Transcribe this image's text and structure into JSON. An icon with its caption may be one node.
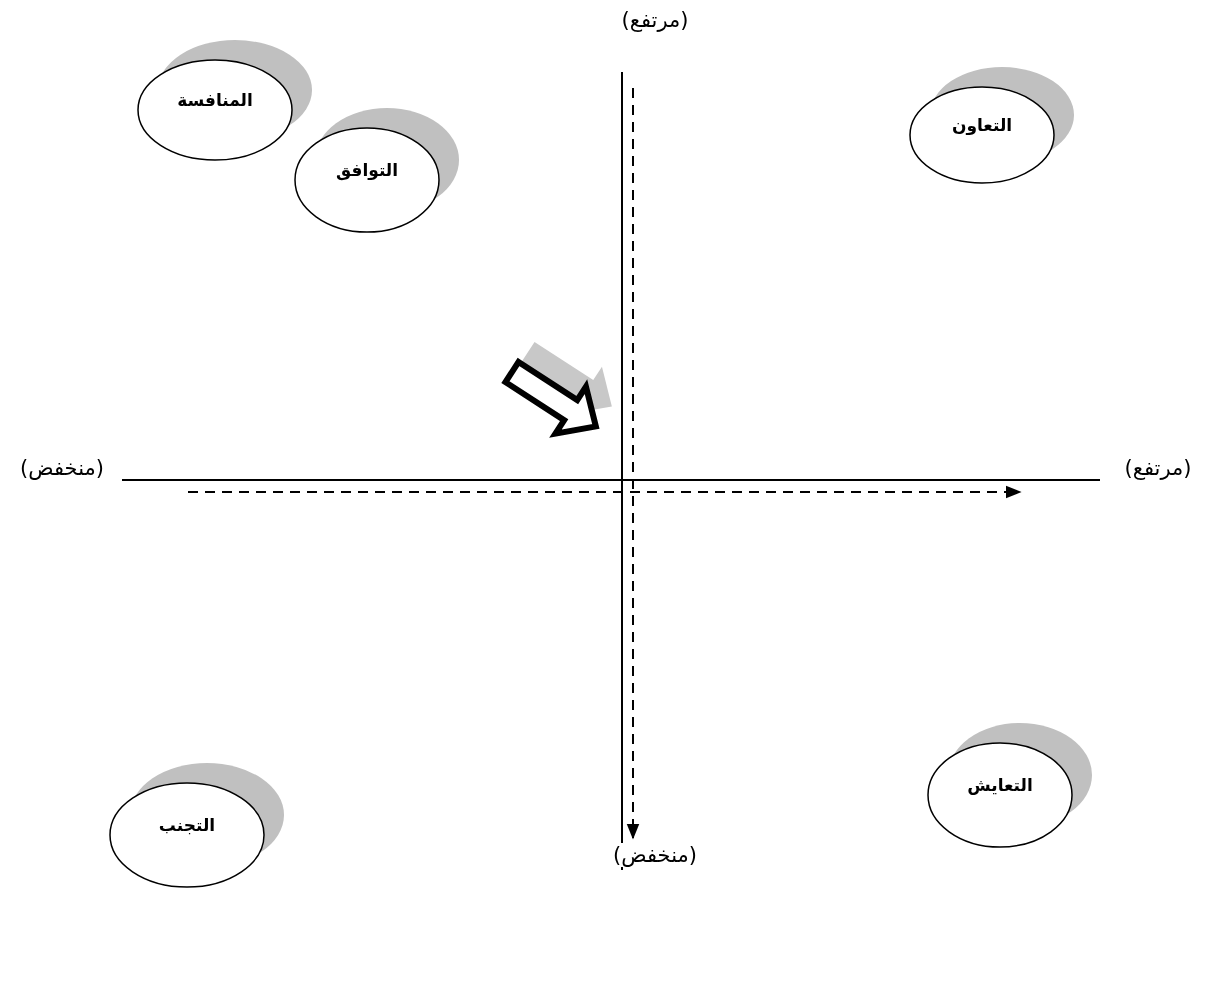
{
  "diagram": {
    "nodes": [
      {
        "text": [
          "المنافسة"
        ]
      },
      {
        "text": [
          "التعاون"
        ]
      },
      {
        "text": [
          "التوافق"
        ]
      },
      {
        "text": [
          "التعايش"
        ]
      },
      {
        "text": [
          "التجنب"
        ]
      }
    ],
    "labels": [
      "(مرتفع)",
      "(منخفض)",
      "(مرتفع)",
      "(منخفض)"
    ]
  }
}
